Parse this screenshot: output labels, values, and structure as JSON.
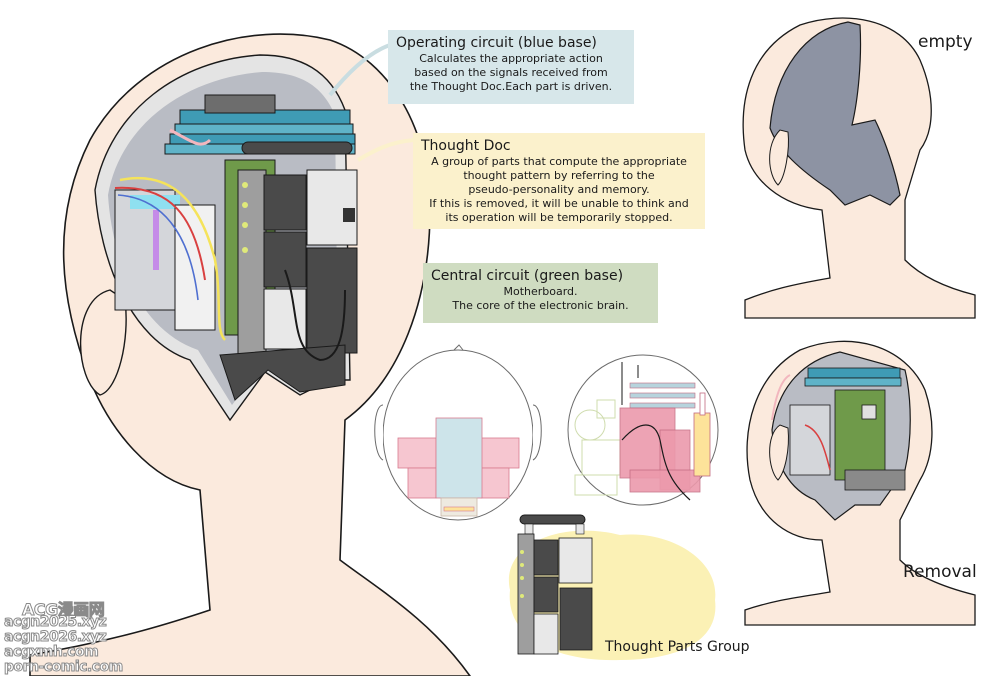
{
  "callouts": {
    "operating": {
      "title": "Operating circuit (blue base)",
      "lines": [
        "Calculates the appropriate action",
        "based on the signals received from",
        "the Thought Doc.Each part is driven."
      ],
      "color": "#d7e7ea"
    },
    "thought_doc": {
      "title": "Thought Doc",
      "lines": [
        "A group of parts that compute the appropriate",
        "thought pattern by referring to the",
        "pseudo-personality and memory.",
        "If this is removed, it will be unable to think and",
        "its operation will be temporarily stopped."
      ],
      "color": "#fbf1cc"
    },
    "central": {
      "title": "Central circuit (green base)",
      "lines": [
        "Motherboard.",
        "The core of the electronic brain."
      ],
      "color": "#cfdcc1"
    }
  },
  "labels": {
    "empty": "empty",
    "removal": "Removal",
    "thought_parts_group": "Thought Parts Group"
  },
  "watermark": [
    "ACG漫画网",
    "acgn2025.xyz",
    "acgn2026.xyz",
    "acgxmh.com",
    "porn-comic.com"
  ],
  "colors": {
    "skin": "#fbeadd",
    "outline": "#1a1a1a",
    "operating_board": "#3f9bb5",
    "central_board": "#6f9a4a",
    "thought_doc_block": "#4a4a4a",
    "cavity": "#8d93a3",
    "diagram_pink": "#f0a9b8",
    "diagram_lightblue": "#cde4ea",
    "diagram_yellow": "#fde39a"
  }
}
